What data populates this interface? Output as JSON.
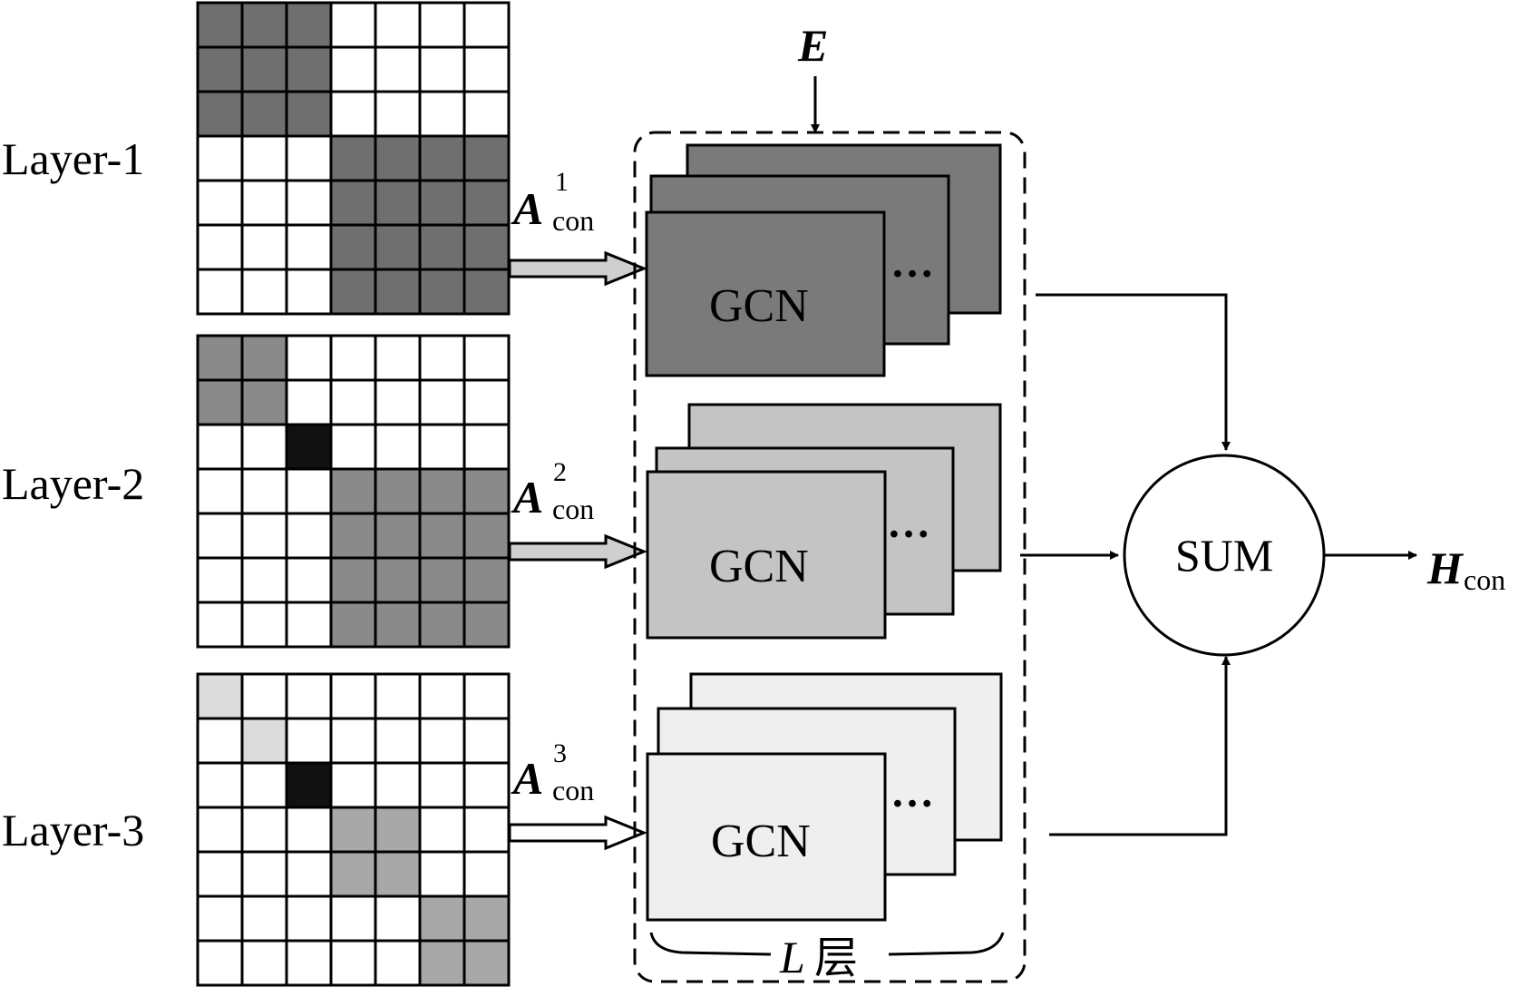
{
  "layers": [
    {
      "label": "Layer-1",
      "adjacency_label": {
        "main": "A",
        "sup": "1",
        "sub": "con"
      },
      "gcn_label": "GCN",
      "gcn_fill": "#7a7a7a",
      "matrix": [
        [
          2,
          2,
          2,
          0,
          0,
          0,
          0
        ],
        [
          2,
          2,
          2,
          0,
          0,
          0,
          0
        ],
        [
          2,
          2,
          2,
          0,
          0,
          0,
          0
        ],
        [
          0,
          0,
          0,
          2,
          2,
          2,
          2
        ],
        [
          0,
          0,
          0,
          2,
          2,
          2,
          2
        ],
        [
          0,
          0,
          0,
          2,
          2,
          2,
          2
        ],
        [
          0,
          0,
          0,
          2,
          2,
          2,
          2
        ]
      ]
    },
    {
      "label": "Layer-2",
      "adjacency_label": {
        "main": "A",
        "sup": "2",
        "sub": "con"
      },
      "gcn_label": "GCN",
      "gcn_fill": "#c4c4c4",
      "matrix": [
        [
          3,
          3,
          0,
          0,
          0,
          0,
          0
        ],
        [
          3,
          3,
          0,
          0,
          0,
          0,
          0
        ],
        [
          0,
          0,
          4,
          0,
          0,
          0,
          0
        ],
        [
          0,
          0,
          0,
          3,
          3,
          3,
          3
        ],
        [
          0,
          0,
          0,
          3,
          3,
          3,
          3
        ],
        [
          0,
          0,
          0,
          3,
          3,
          3,
          3
        ],
        [
          0,
          0,
          0,
          3,
          3,
          3,
          3
        ]
      ]
    },
    {
      "label": "Layer-3",
      "adjacency_label": {
        "main": "A",
        "sup": "3",
        "sub": "con"
      },
      "gcn_label": "GCN",
      "gcn_fill": "#efefef",
      "matrix": [
        [
          1,
          0,
          0,
          0,
          0,
          0,
          0
        ],
        [
          0,
          1,
          0,
          0,
          0,
          0,
          0
        ],
        [
          0,
          0,
          4,
          0,
          0,
          0,
          0
        ],
        [
          0,
          0,
          0,
          5,
          5,
          0,
          0
        ],
        [
          0,
          0,
          0,
          5,
          5,
          0,
          0
        ],
        [
          0,
          0,
          0,
          0,
          0,
          5,
          5
        ],
        [
          0,
          0,
          0,
          0,
          0,
          5,
          5
        ]
      ]
    }
  ],
  "cell_colors": {
    "0": "#ffffff",
    "1": "#dcdcdc",
    "2": "#6f6f6f",
    "3": "#8a8a8a",
    "4": "#111111",
    "5": "#a8a8a8"
  },
  "ellipsis": "…",
  "input_label": "E",
  "depth_label": {
    "main": "L",
    "suffix": "层"
  },
  "sum_label": "SUM",
  "output_label": {
    "main": "H",
    "sub": "con"
  }
}
